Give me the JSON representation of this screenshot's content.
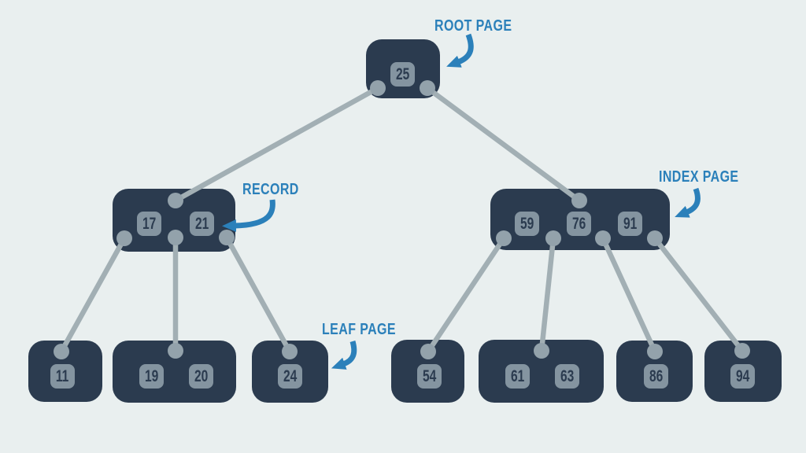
{
  "diagram_type": "b-tree-index",
  "labels": {
    "root": {
      "text": "ROOT PAGE"
    },
    "record": {
      "text": "RECORD"
    },
    "index": {
      "text": "INDEX PAGE"
    },
    "leaf": {
      "text": "LEAF PAGE"
    }
  },
  "pages": {
    "root": {
      "level": "root",
      "records": [
        "25"
      ]
    },
    "index_left": {
      "level": "index",
      "records": [
        "17",
        "21"
      ]
    },
    "index_right": {
      "level": "index",
      "records": [
        "59",
        "76",
        "91"
      ]
    },
    "leaf_1": {
      "level": "leaf",
      "records": [
        "11"
      ]
    },
    "leaf_2": {
      "level": "leaf",
      "records": [
        "19",
        "20"
      ]
    },
    "leaf_3": {
      "level": "leaf",
      "records": [
        "24"
      ]
    },
    "leaf_4": {
      "level": "leaf",
      "records": [
        "54"
      ]
    },
    "leaf_5": {
      "level": "leaf",
      "records": [
        "61",
        "63"
      ]
    },
    "leaf_6": {
      "level": "leaf",
      "records": [
        "86"
      ]
    },
    "leaf_7": {
      "level": "leaf",
      "records": [
        "94"
      ]
    }
  },
  "colors": {
    "background": "#e9efef",
    "page_fill": "#2b3b4f",
    "record_fill": "#8494a0",
    "record_text": "#2b3b4f",
    "dot_fill": "#93a2ab",
    "edge": "#a2afb4",
    "accent": "#2b80ba"
  }
}
